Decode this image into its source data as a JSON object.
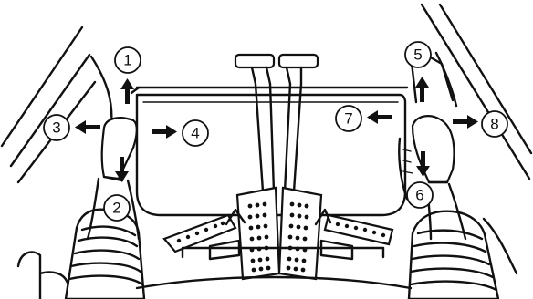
{
  "callouts": [
    {
      "id": 1,
      "label": "1"
    },
    {
      "id": 2,
      "label": "2"
    },
    {
      "id": 3,
      "label": "3"
    },
    {
      "id": 4,
      "label": "4"
    },
    {
      "id": 5,
      "label": "5"
    },
    {
      "id": 6,
      "label": "6"
    },
    {
      "id": 7,
      "label": "7"
    },
    {
      "id": 8,
      "label": "8"
    }
  ],
  "colors": {
    "ink": "#111111",
    "paper": "#ffffff"
  }
}
